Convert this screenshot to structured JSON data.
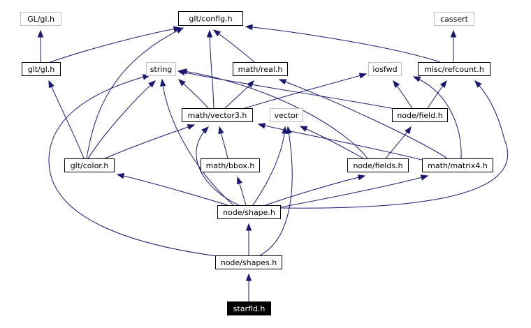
{
  "graph": {
    "edge_color": "#191970",
    "nodes": [
      {
        "id": "gl_gl_h",
        "label": "GL/gl.h",
        "style": "gray"
      },
      {
        "id": "glt_config_h",
        "label": "glt/config.h",
        "style": "normal"
      },
      {
        "id": "cassert",
        "label": "cassert",
        "style": "gray"
      },
      {
        "id": "glt_gl_h",
        "label": "glt/gl.h",
        "style": "normal"
      },
      {
        "id": "string",
        "label": "string",
        "style": "gray"
      },
      {
        "id": "math_real_h",
        "label": "math/real.h",
        "style": "normal"
      },
      {
        "id": "iosfwd",
        "label": "iosfwd",
        "style": "gray"
      },
      {
        "id": "misc_refcount_h",
        "label": "misc/refcount.h",
        "style": "normal"
      },
      {
        "id": "math_vector3_h",
        "label": "math/vector3.h",
        "style": "normal"
      },
      {
        "id": "vector",
        "label": "vector",
        "style": "gray"
      },
      {
        "id": "node_field_h",
        "label": "node/field.h",
        "style": "normal"
      },
      {
        "id": "glt_color_h",
        "label": "glt/color.h",
        "style": "normal"
      },
      {
        "id": "math_bbox_h",
        "label": "math/bbox.h",
        "style": "normal"
      },
      {
        "id": "node_fields_h",
        "label": "node/fields.h",
        "style": "normal"
      },
      {
        "id": "math_matrix4_h",
        "label": "math/matrix4.h",
        "style": "normal"
      },
      {
        "id": "node_shape_h",
        "label": "node/shape.h",
        "style": "normal"
      },
      {
        "id": "node_shapes_h",
        "label": "node/shapes.h",
        "style": "normal"
      },
      {
        "id": "starfld_h",
        "label": "starfld.h",
        "style": "dark"
      }
    ],
    "edges": [
      {
        "from": "glt_gl_h",
        "to": "gl_gl_h"
      },
      {
        "from": "glt_gl_h",
        "to": "glt_config_h"
      },
      {
        "from": "math_real_h",
        "to": "glt_config_h"
      },
      {
        "from": "misc_refcount_h",
        "to": "glt_config_h"
      },
      {
        "from": "misc_refcount_h",
        "to": "cassert"
      },
      {
        "from": "math_vector3_h",
        "to": "glt_config_h"
      },
      {
        "from": "math_vector3_h",
        "to": "string"
      },
      {
        "from": "math_vector3_h",
        "to": "math_real_h"
      },
      {
        "from": "math_vector3_h",
        "to": "iosfwd"
      },
      {
        "from": "node_field_h",
        "to": "string"
      },
      {
        "from": "node_field_h",
        "to": "iosfwd"
      },
      {
        "from": "node_field_h",
        "to": "misc_refcount_h"
      },
      {
        "from": "glt_color_h",
        "to": "glt_config_h"
      },
      {
        "from": "glt_color_h",
        "to": "glt_gl_h"
      },
      {
        "from": "glt_color_h",
        "to": "string"
      },
      {
        "from": "glt_color_h",
        "to": "math_vector3_h"
      },
      {
        "from": "math_bbox_h",
        "to": "math_vector3_h"
      },
      {
        "from": "node_fields_h",
        "to": "string"
      },
      {
        "from": "node_fields_h",
        "to": "vector"
      },
      {
        "from": "node_fields_h",
        "to": "node_field_h"
      },
      {
        "from": "math_matrix4_h",
        "to": "math_real_h"
      },
      {
        "from": "math_matrix4_h",
        "to": "iosfwd"
      },
      {
        "from": "math_matrix4_h",
        "to": "math_vector3_h"
      },
      {
        "from": "node_shape_h",
        "to": "string"
      },
      {
        "from": "node_shape_h",
        "to": "math_vector3_h"
      },
      {
        "from": "node_shape_h",
        "to": "vector"
      },
      {
        "from": "node_shape_h",
        "to": "glt_color_h"
      },
      {
        "from": "node_shape_h",
        "to": "math_bbox_h"
      },
      {
        "from": "node_shape_h",
        "to": "node_fields_h"
      },
      {
        "from": "node_shape_h",
        "to": "math_matrix4_h"
      },
      {
        "from": "node_shape_h",
        "to": "misc_refcount_h"
      },
      {
        "from": "node_shapes_h",
        "to": "node_shape_h"
      },
      {
        "from": "node_shapes_h",
        "to": "string"
      },
      {
        "from": "node_shapes_h",
        "to": "vector"
      },
      {
        "from": "starfld_h",
        "to": "node_shapes_h"
      }
    ]
  }
}
